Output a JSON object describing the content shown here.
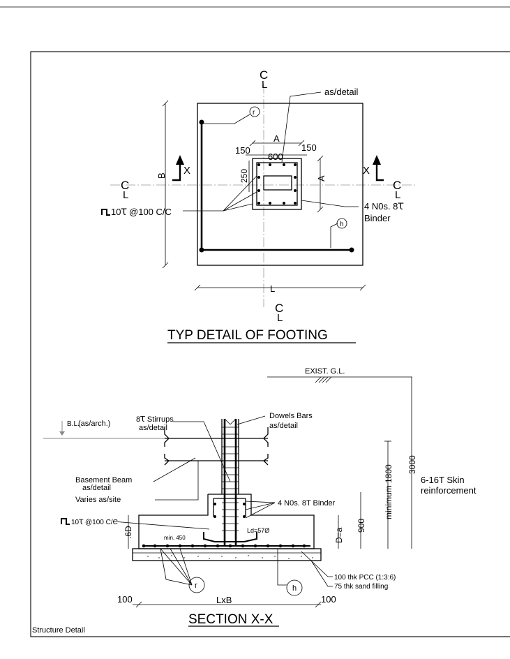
{
  "drawing": {
    "footer_label": "Structure Detail",
    "plan": {
      "title": "TYP DETAIL OF  FOOTING",
      "centerline_symbol": "C",
      "centerline_sub": "L",
      "dim_B": "B",
      "dim_L": "L",
      "dim_A_top": "A",
      "dim_A_side": "A",
      "dim_150_left": "150",
      "dim_600": "600",
      "dim_150_right": "150",
      "dim_250": "250",
      "section_mark_left": "X",
      "section_mark_right": "X",
      "bar_r": "r",
      "bar_h": "h",
      "note_as_detail": "as/detail",
      "note_binder_line1": "4 N0s. 8Ꚍ",
      "note_binder_line2": "Binder",
      "note_stirrups": "10Ꚍ @100 C/C"
    },
    "section": {
      "title": "SECTION X-X",
      "exist_gl": "EXIST. G.L.",
      "bl_prefix": "B.L.",
      "bl_note": "(as/arch.)",
      "stirrups_line1": "8Ꚍ Stirrups",
      "stirrups_line2": "as/detail",
      "dowels_line1": "Dowels Bars",
      "dowels_line2": "as/detail",
      "basement_line1": "Basement Beam",
      "basement_line2": "as/detail",
      "varies": "Varies as/site",
      "binder": "4 N0s. 8T Binder",
      "stirrups_left": "10Ꚍ @100 C/C",
      "ld": "Ld=57Ø",
      "min450": "min. 450",
      "dim_6d": ".6D",
      "dim_d": "D=a",
      "dim_900": "900",
      "dim_1800": "minimum 1800",
      "dim_3000": "3000",
      "skin_line1": "6-16T Skin",
      "skin_line2": "reinforcement",
      "pcc": "100 thk PCC (1:3:6)",
      "sand": "75 thk sand filling",
      "bar_r": "r",
      "bar_h": "h",
      "dim_100_left": "100",
      "dim_lxb": "LxB",
      "dim_100_right": "100"
    }
  }
}
